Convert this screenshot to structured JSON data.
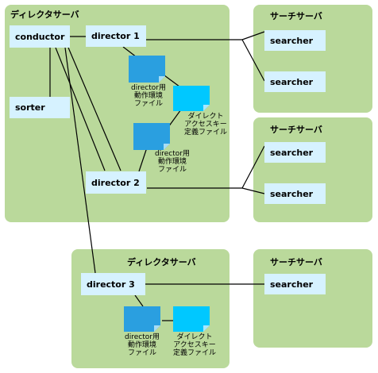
{
  "panels": {
    "director_server_1": {
      "title": "ディレクタサーバ"
    },
    "searcher_server_1": {
      "title": "サーチサーバ"
    },
    "searcher_server_2": {
      "title": "サーチサーバ"
    },
    "director_server_2": {
      "title": "ディレクタサーバ"
    },
    "searcher_server_3": {
      "title": "サーチサーバ"
    }
  },
  "nodes": {
    "conductor": "conductor",
    "director1": "director 1",
    "director2": "director 2",
    "director3": "director 3",
    "sorter": "sorter",
    "searcher_a": "searcher",
    "searcher_b": "searcher",
    "searcher_c": "searcher",
    "searcher_d": "searcher",
    "searcher_e": "searcher"
  },
  "file_labels": {
    "director_file_1": "director用\n動作環境\nファイル",
    "direct_access_file_1": "ダイレクト\nアクセスキー\n定義ファイル",
    "director_file_2": "director用\n動作環境\nファイル",
    "director_file_3": "director用\n動作環境\nファイル",
    "direct_access_file_3": "ダイレクト\nアクセスキー\n定義ファイル"
  },
  "colors": {
    "panel": "#bad99b",
    "node": "#d6f2ff",
    "director_file": "#2a9fe0",
    "direct_access_file": "#00c8ff"
  }
}
